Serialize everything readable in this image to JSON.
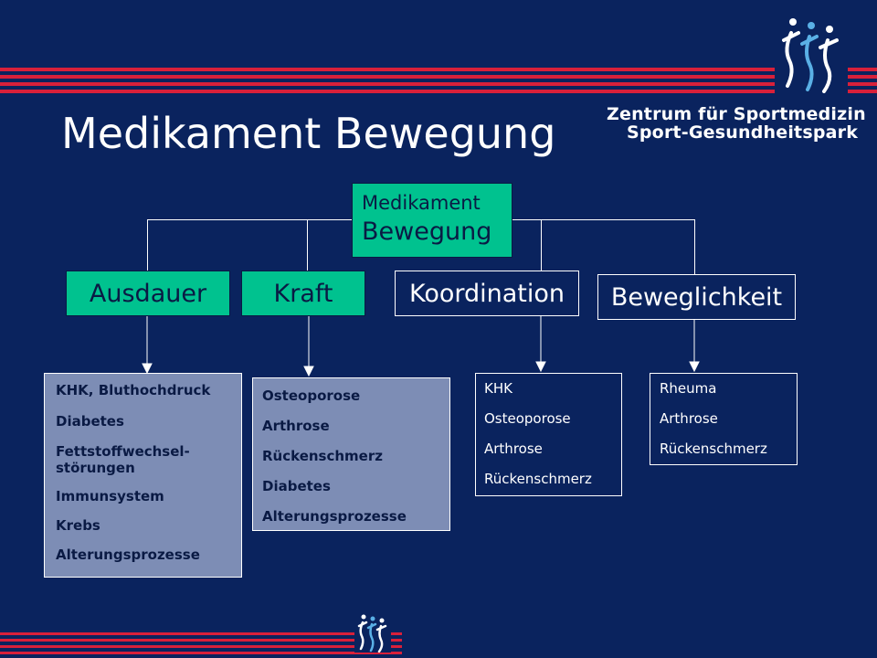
{
  "slide": {
    "title": "Medikament Bewegung",
    "organization": {
      "line1": "Zentrum für Sportmedizin",
      "line2": "Sport-Gesundheitspark"
    },
    "logo_icon": "figures-logo-icon"
  },
  "diagram": {
    "root": {
      "line1": "Medikament",
      "line2": "Bewegung"
    },
    "categories": [
      {
        "label": "Ausdauer",
        "items": [
          "KHK, Bluthochdruck",
          "Diabetes",
          "Fettstoffwechsel-\nstörungen",
          "Immunsystem",
          "Krebs",
          "Alterungsprozesse"
        ]
      },
      {
        "label": "Kraft",
        "items": [
          "Osteoporose",
          "Arthrose",
          "Rückenschmerz",
          "Diabetes",
          "Alterungsprozesse"
        ]
      },
      {
        "label": "Koordination",
        "items": [
          "KHK",
          "Osteoporose",
          "Arthrose",
          "Rückenschmerz"
        ]
      },
      {
        "label": "Beweglichkeit",
        "items": [
          "Rheuma",
          "Arthrose",
          "Rückenschmerz"
        ]
      }
    ]
  },
  "colors": {
    "background": "#0a235e",
    "accent_green": "#00c28f",
    "stripe_red": "#d8203a",
    "list_grey": "#7d8db5"
  }
}
